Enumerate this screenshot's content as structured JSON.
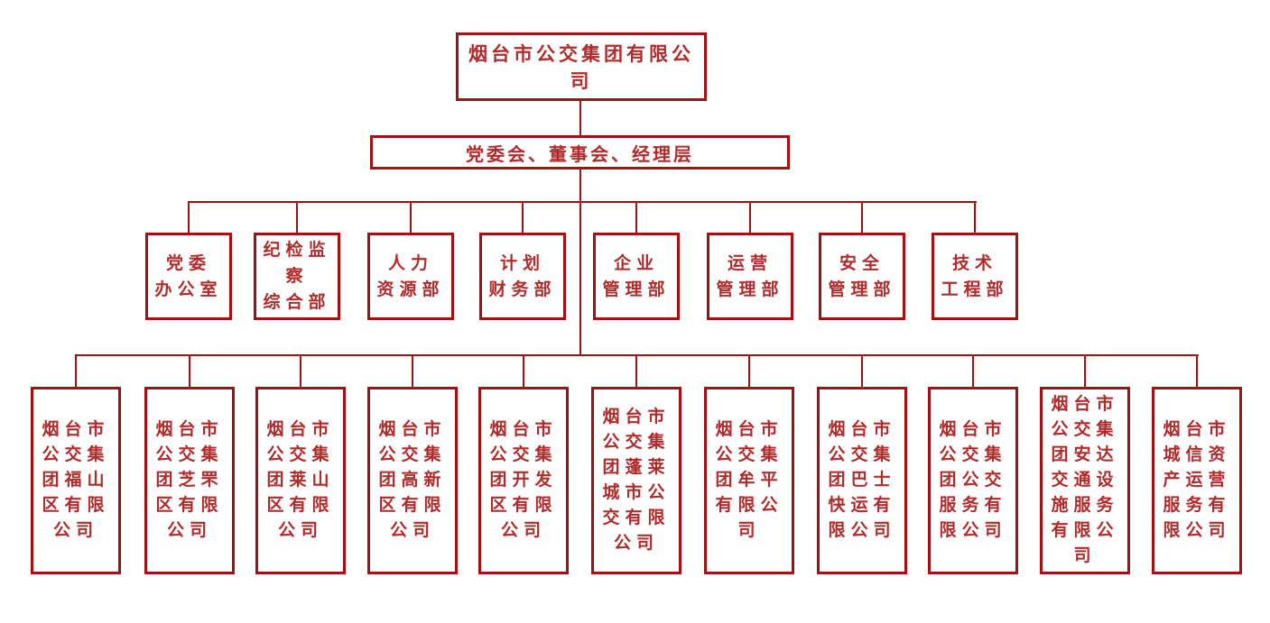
{
  "colors": {
    "line_and_border": "#A21212",
    "text": "#B02C2C",
    "background": "#FFFFFF"
  },
  "org_chart": {
    "type": "organization-chart",
    "root": {
      "name": "烟台市公交集团有限公司"
    },
    "governance": {
      "name": "党委会、董事会、经理层"
    },
    "departments": [
      {
        "name": "党委\n办公室"
      },
      {
        "name": "纪检监\n察\n综合部"
      },
      {
        "name": "人力\n资源部"
      },
      {
        "name": "计划\n财务部"
      },
      {
        "name": "企业\n管理部"
      },
      {
        "name": "运营\n管理部"
      },
      {
        "name": "安全\n管理部"
      },
      {
        "name": "技术\n工程部"
      }
    ],
    "subsidiaries": [
      {
        "name": "烟台市\n公交集\n团福山\n区有限\n公司"
      },
      {
        "name": "烟台市\n公交集\n团芝罘\n区有限\n公司"
      },
      {
        "name": "烟台市\n公交集\n团莱山\n区有限\n公司"
      },
      {
        "name": "烟台市\n公交集\n团高新\n区有限\n公司"
      },
      {
        "name": "烟台市\n公交集\n团开发\n区有限\n公司"
      },
      {
        "name": "烟台市\n公交集\n团蓬莱\n城市公\n交有限\n公司"
      },
      {
        "name": "烟台市\n公交集\n团牟平\n有限公\n司"
      },
      {
        "name": "烟台市\n公交集\n团巴士\n快运有\n限公司"
      },
      {
        "name": "烟台市\n公交集\n团公交\n服务有\n限公司"
      },
      {
        "name": "烟台市\n公交集\n团安达\n交通设\n施服务\n有限公\n司"
      },
      {
        "name": "烟台市\n城信资\n产运营\n服务有\n限公司"
      }
    ]
  }
}
